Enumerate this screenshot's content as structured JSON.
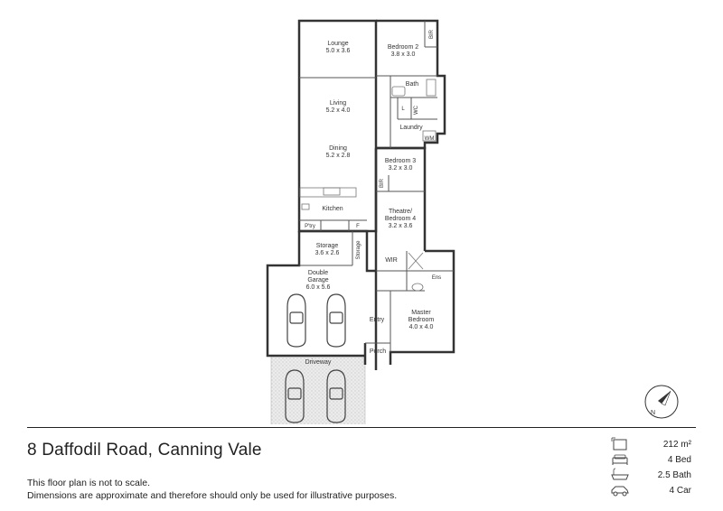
{
  "property": {
    "address": "8 Daffodil Road, Canning Vale",
    "disclaimer_line1": "This floor plan is not to scale.",
    "disclaimer_line2": "Dimensions are approximate and therefore should only be used for illustrative purposes."
  },
  "stats": {
    "area": "212 m²",
    "beds": "4 Bed",
    "baths": "2.5 Bath",
    "cars": "4 Car"
  },
  "rooms": {
    "lounge": {
      "name": "Lounge",
      "dims": "5.0 x 3.6"
    },
    "bedroom2": {
      "name": "Bedroom 2",
      "dims": "3.8 x 3.0"
    },
    "bir_top": {
      "name": "BIR"
    },
    "bath": {
      "name": "Bath"
    },
    "l": {
      "name": "L"
    },
    "wc": {
      "name": "WC"
    },
    "laundry": {
      "name": "Laundry"
    },
    "wm": {
      "name": "WM"
    },
    "living": {
      "name": "Living",
      "dims": "5.2 x 4.0"
    },
    "dining": {
      "name": "Dining",
      "dims": "5.2 x 2.8"
    },
    "bedroom3": {
      "name": "Bedroom 3",
      "dims": "3.2 x 3.0"
    },
    "bir_mid": {
      "name": "BIR"
    },
    "kitchen": {
      "name": "Kitchen"
    },
    "pantry": {
      "name": "P'try"
    },
    "fridge": {
      "name": "F"
    },
    "theatre_line1": {
      "name": "Theatre/"
    },
    "theatre_line2": {
      "name": "Bedroom 4",
      "dims": "3.2 x 3.6"
    },
    "storage_main": {
      "name": "Storage",
      "dims": "3.6 x 2.6"
    },
    "storage_side": {
      "name": "Storage"
    },
    "wir": {
      "name": "WIR"
    },
    "ens": {
      "name": "Ens"
    },
    "garage_line1": {
      "name": "Double"
    },
    "garage_line2": {
      "name": "Garage",
      "dims": "6.0 x 5.6"
    },
    "entry": {
      "name": "Entry"
    },
    "master_line1": {
      "name": "Master"
    },
    "master_line2": {
      "name": "Bedroom",
      "dims": "4.0 x 4.0"
    },
    "porch": {
      "name": "Porch"
    },
    "driveway": {
      "name": "Driveway"
    }
  },
  "icons": {
    "area": "area-icon",
    "beds": "bed-icon",
    "baths": "bath-icon",
    "cars": "car-icon",
    "compass": "north-compass-icon"
  },
  "colors": {
    "walls": "#333333",
    "driveway_fill": "#e6e6e6",
    "text": "#222222"
  }
}
